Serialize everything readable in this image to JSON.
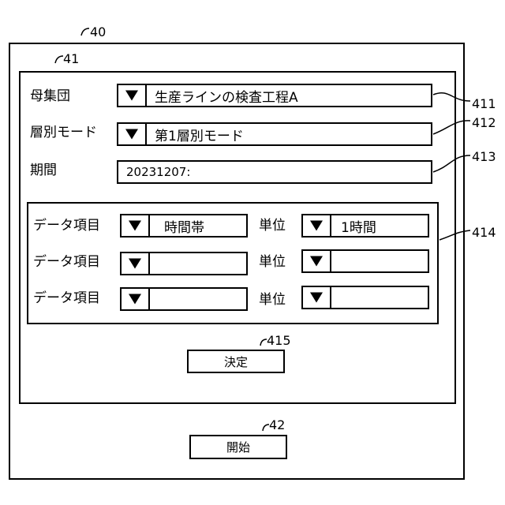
{
  "refs": {
    "outer": "40",
    "panel": "41",
    "population": "411",
    "stratify": "412",
    "period": "413",
    "items": "414",
    "decide": "415",
    "start": "42"
  },
  "population": {
    "label": "母集団",
    "value": "生産ラインの検査工程A"
  },
  "stratify_mode": {
    "label": "層別モード",
    "value": "第1層別モード"
  },
  "period": {
    "label": "期間",
    "value": "20231207:"
  },
  "data_rows": [
    {
      "item_label": "データ項目",
      "item_value": "時間帯",
      "unit_label": "単位",
      "unit_value": "1時間"
    },
    {
      "item_label": "データ項目",
      "item_value": "",
      "unit_label": "単位",
      "unit_value": ""
    },
    {
      "item_label": "データ項目",
      "item_value": "",
      "unit_label": "単位",
      "unit_value": ""
    }
  ],
  "buttons": {
    "decide": "決定",
    "start": "開始"
  },
  "icons": {
    "dropdown": "triangle-down-icon"
  }
}
